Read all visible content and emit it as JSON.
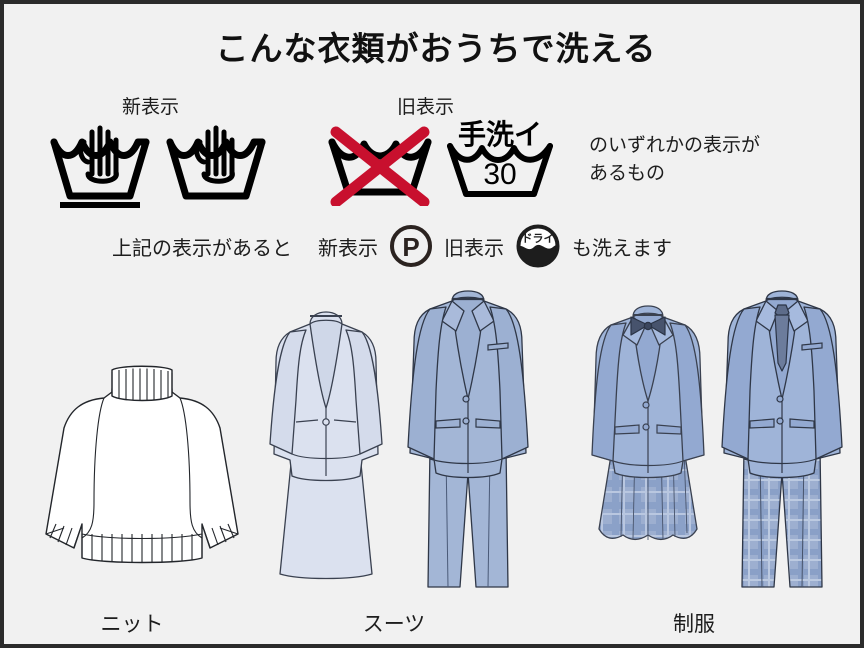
{
  "page": {
    "title": "こんな衣類がおうちで洗える",
    "background_color": "#f1f1f1",
    "border_color": "#2b2b2b",
    "ink_color": "#1d1d1d",
    "accent_red": "#c8102e"
  },
  "symbols_section": {
    "new_label": "新表示",
    "old_label": "旧表示",
    "new_symbols": [
      {
        "icon": "washtub-hand-one-bar-icon",
        "meaning": "新表示 洗濯おけ 手洗い（線1本）"
      },
      {
        "icon": "washtub-hand-icon",
        "meaning": "新表示 洗濯おけ 手洗い"
      }
    ],
    "old_symbols": [
      {
        "icon": "washtub-crossed-out-icon",
        "meaning": "旧表示 洗濯おけ バツ印",
        "cross_color": "#c8102e"
      },
      {
        "icon": "washtub-hand-30-icon",
        "meaning": "旧表示 手洗イ 30",
        "top_text": "手洗イ",
        "temperature": "30"
      }
    ],
    "note_line1": "のいずれかの表示が",
    "note_line2": "あるもの"
  },
  "secondary_row": {
    "lead_text": "上記の表示があると",
    "new_label": "新表示",
    "p_circle": {
      "icon": "p-circle-icon",
      "letter": "P"
    },
    "old_label": "旧表示",
    "dry_circle": {
      "icon": "dry-circle-icon",
      "text": "ドライ"
    },
    "trailing_text": "も洗えます"
  },
  "garments": [
    {
      "id": "knit",
      "icon": "knit-turtleneck-icon",
      "label": "ニット",
      "color": "#ffffff"
    },
    {
      "id": "lady-suit",
      "icon": "ladies-skirt-suit-icon",
      "label": "",
      "color": "#dfe4f0"
    },
    {
      "id": "mens-suit",
      "icon": "mens-suit-icon",
      "label": "スーツ",
      "color": "#a8bad8"
    },
    {
      "id": "girl-uniform",
      "icon": "girls-school-uniform-icon",
      "label": "",
      "color": "#9fb4d8"
    },
    {
      "id": "boy-uniform",
      "icon": "boys-school-uniform-icon",
      "label": "制服",
      "color": "#9fb4d8"
    }
  ],
  "garment_labels": {
    "knit": "ニット",
    "suit": "スーツ",
    "uniform": "制服"
  }
}
